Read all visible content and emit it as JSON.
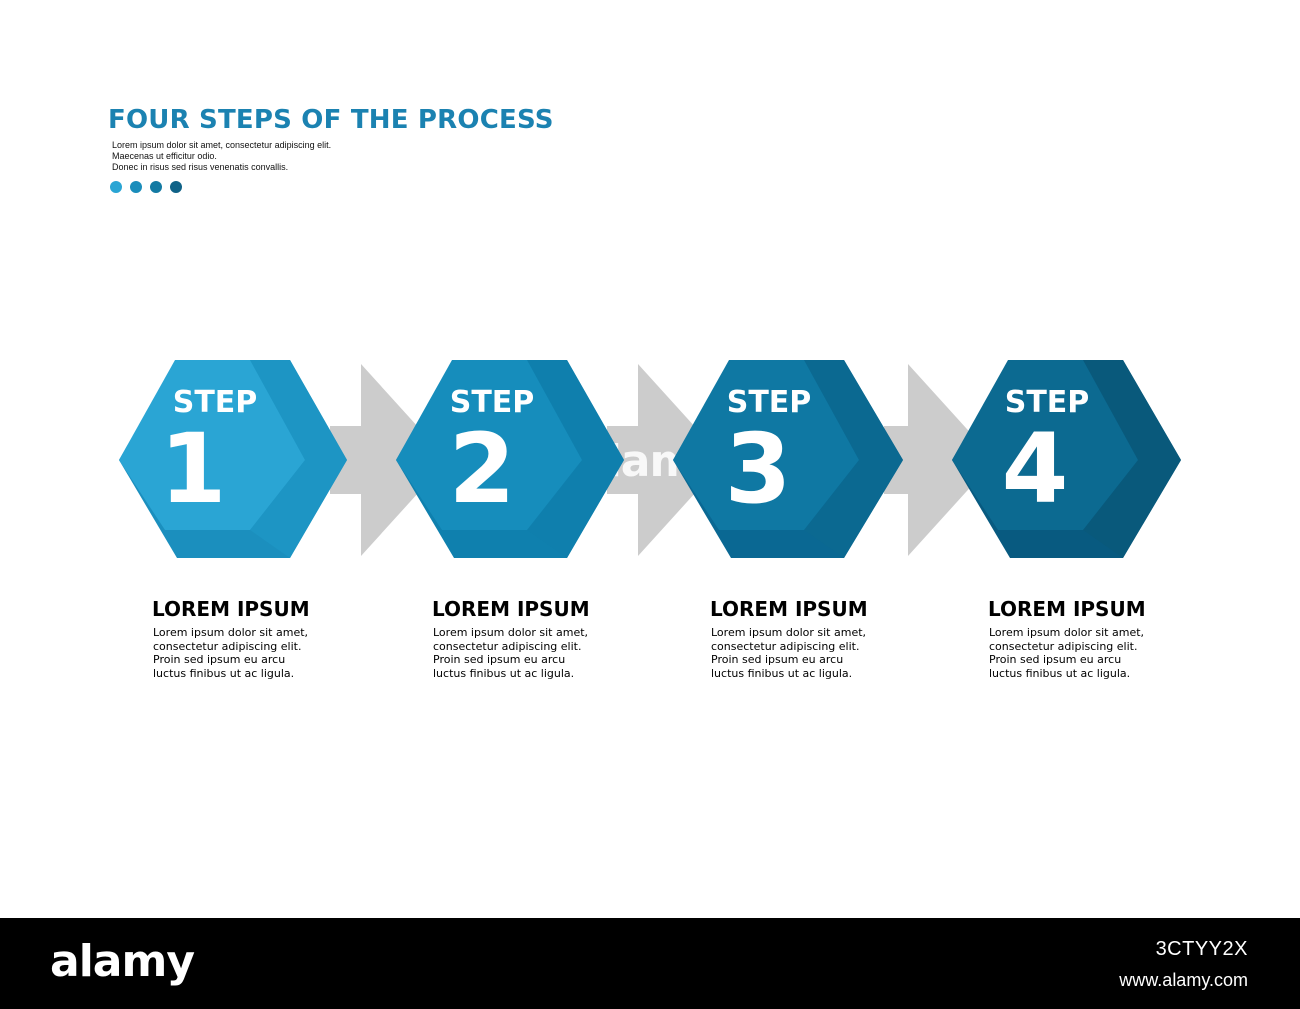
{
  "header": {
    "title": "FOUR STEPS OF THE PROCESS",
    "lines": [
      "Lorem ipsum dolor sit amet, consectetur adipiscing elit.",
      "Maecenas ut efficitur odio.",
      "Donec in risus sed risus venenatis convallis."
    ]
  },
  "colors": {
    "title": "#1b82b1",
    "arrow": "#cccccc",
    "dots": [
      "#2aa5d4",
      "#1a8dbb",
      "#137aa3",
      "#0f6287"
    ],
    "steps": [
      {
        "main": "#2aa5d4",
        "shade": "#1d95c4",
        "bottom": "#1b8fbe"
      },
      {
        "main": "#168dbc",
        "shade": "#0f7fad",
        "bottom": "#0f80ae"
      },
      {
        "main": "#0f78a3",
        "shade": "#0b6991",
        "bottom": "#0a6893"
      },
      {
        "main": "#0c6a91",
        "shade": "#09597b",
        "bottom": "#085a80"
      }
    ]
  },
  "steps": [
    {
      "label": "STEP",
      "number": "1",
      "heading": "LOREM IPSUM",
      "desc": [
        "Lorem ipsum dolor sit amet,",
        "consectetur adipiscing elit.",
        "Proin sed ipsum eu arcu",
        "luctus finibus ut ac ligula."
      ]
    },
    {
      "label": "STEP",
      "number": "2",
      "heading": "LOREM IPSUM",
      "desc": [
        "Lorem ipsum dolor sit amet,",
        "consectetur adipiscing elit.",
        "Proin sed ipsum eu arcu",
        "luctus finibus ut ac ligula."
      ]
    },
    {
      "label": "STEP",
      "number": "3",
      "heading": "LOREM IPSUM",
      "desc": [
        "Lorem ipsum dolor sit amet,",
        "consectetur adipiscing elit.",
        "Proin sed ipsum eu arcu",
        "luctus finibus ut ac ligula."
      ]
    },
    {
      "label": "STEP",
      "number": "4",
      "heading": "LOREM IPSUM",
      "desc": [
        "Lorem ipsum dolor sit amet,",
        "consectetur adipiscing elit.",
        "Proin sed ipsum eu arcu",
        "luctus finibus ut ac ligula."
      ]
    }
  ],
  "watermark": "alamy",
  "footer": {
    "brand": "alamy",
    "image_id": "3CTYY2X",
    "url": "www.alamy.com"
  }
}
